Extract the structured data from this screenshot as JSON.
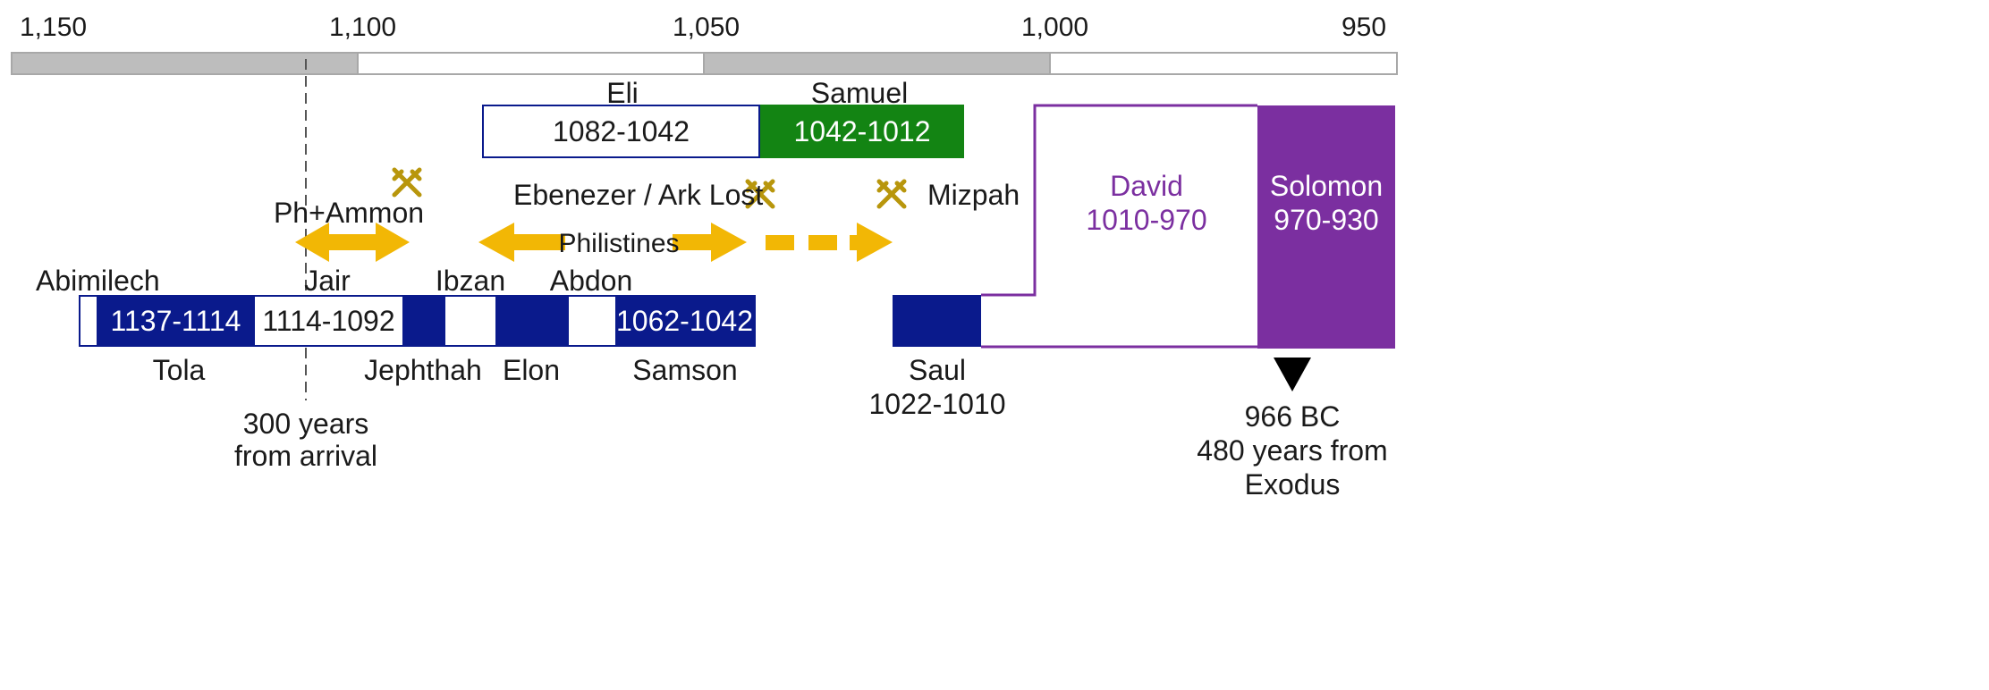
{
  "axis": {
    "ticks": [
      "1,150",
      "1,100",
      "1,050",
      "1,000",
      "950"
    ]
  },
  "colors": {
    "navy": "#0a1a8c",
    "green": "#138413",
    "purple": "#7b2fa0",
    "gold": "#f2b705",
    "battle": "#b8960c"
  },
  "priests": {
    "eli": {
      "label": "Eli",
      "years": "1082-1042"
    },
    "samuel": {
      "label": "Samuel",
      "years": "1042-1012"
    }
  },
  "battles": {
    "ebenezer": "Ebenezer / Ark Lost",
    "mizpah": "Mizpah",
    "ph_ammon": "Ph+Ammon",
    "philistines": "Philistines"
  },
  "judges": {
    "abimilech": "Abimilech",
    "tola": {
      "label": "Tola",
      "years": "1137-1114"
    },
    "jair": {
      "label": "Jair",
      "years": "1114-1092"
    },
    "jephthah": "Jephthah",
    "ibzan": "Ibzan",
    "elon": "Elon",
    "abdon": "Abdon",
    "samson": {
      "label": "Samson",
      "years": "1062-1042"
    }
  },
  "kings": {
    "saul": {
      "label": "Saul",
      "years": "1022-1010"
    },
    "david": {
      "label": "David",
      "years": "1010-970"
    },
    "solomon": {
      "label": "Solomon",
      "years": "970-930"
    }
  },
  "markers": {
    "three_hundred": {
      "line1": "300 years",
      "line2": "from arrival"
    },
    "temple": {
      "line1": "966 BC",
      "line2": "480 years from",
      "line3": "Exodus"
    }
  }
}
